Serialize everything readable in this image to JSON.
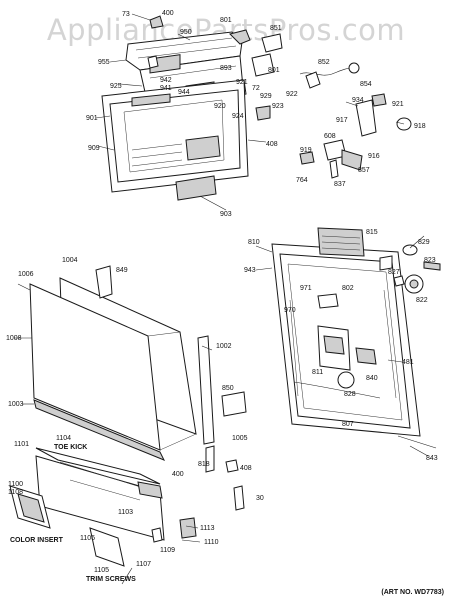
{
  "watermark": "AppliancePartsPros.com",
  "art_number": "(ART NO. WD7783)",
  "notes": {
    "toe_kick": "TOE KICK",
    "color_insert": "COLOR INSERT",
    "trim_screws": "TRIM SCREWS"
  },
  "callouts": {
    "c73": "73",
    "c400a": "400",
    "c950": "950",
    "c801a": "801",
    "c851": "851",
    "c955": "955",
    "c925": "925",
    "c942": "942",
    "c941": "941",
    "c944": "944",
    "c893": "893",
    "c801b": "801",
    "c852": "852",
    "c854": "854",
    "c921a": "921",
    "c922": "922",
    "c72": "72",
    "c929": "929",
    "c920": "920",
    "c924": "924",
    "c923": "923",
    "c901": "901",
    "c408a": "408",
    "c909": "909",
    "c934": "934",
    "c921b": "921",
    "c917": "917",
    "c918": "918",
    "c608": "608",
    "c919": "919",
    "c916": "916",
    "c857": "857",
    "c837": "837",
    "c764": "764",
    "c903": "903",
    "c810": "810",
    "c815": "815",
    "c829": "829",
    "c943": "943",
    "c827": "827",
    "c823": "823",
    "c822": "822",
    "c971": "971",
    "c802": "802",
    "c970": "970",
    "c481": "481",
    "c811": "811",
    "c840": "840",
    "c828": "828",
    "c807": "807",
    "c843": "843",
    "c1004": "1004",
    "c1006": "1006",
    "c849": "849",
    "c1008": "1008",
    "c1002": "1002",
    "c850": "850",
    "c1003": "1003",
    "c1005a": "1005",
    "c408b": "408",
    "c1101": "1101",
    "c1104": "1104",
    "c818": "818",
    "c400b": "400",
    "c30": "30",
    "c1100": "1100",
    "c1108": "1108",
    "c1103": "1103",
    "c1113": "1113",
    "c1110": "1110",
    "c1106": "1106",
    "c1109": "1109",
    "c1107": "1107",
    "c1105": "1105"
  }
}
